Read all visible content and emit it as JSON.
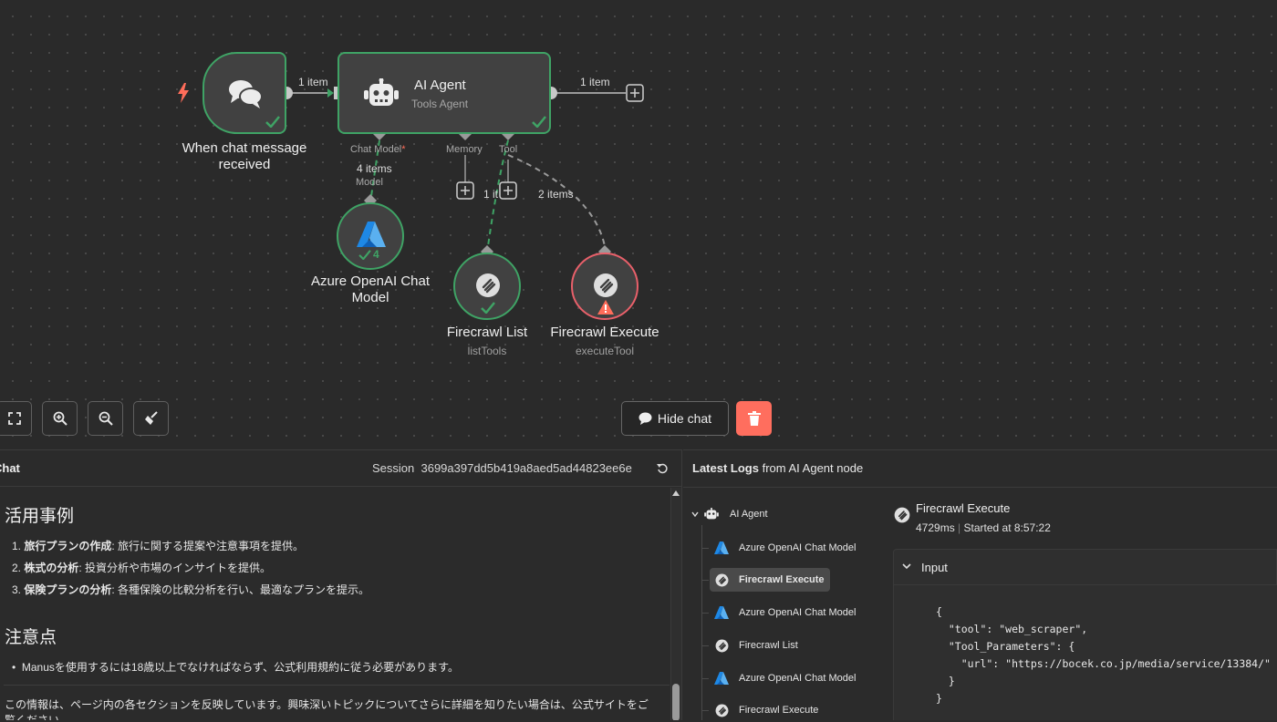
{
  "canvas": {
    "trigger": {
      "title": "When chat message received"
    },
    "agent": {
      "title": "AI Agent",
      "subtitle": "Tools Agent"
    },
    "azure": {
      "title": "Azure OpenAI Chat Model",
      "badge": "4"
    },
    "firecrawl_list": {
      "title": "Firecrawl List",
      "subtitle": "listTools"
    },
    "firecrawl_exec": {
      "title": "Firecrawl Execute",
      "subtitle": "executeTool"
    },
    "edge_labels": {
      "trigger_to_agent": "1 item",
      "agent_out": "1 item",
      "model_items": "4 items",
      "model_port": "Model",
      "tool_list": "1 it",
      "tool_exec": "2 items"
    },
    "ports": {
      "chat_model": "Chat Model",
      "required_star": "*",
      "memory": "Memory",
      "tool": "Tool"
    }
  },
  "toolbar": {
    "hide_chat_label": "Hide chat"
  },
  "chat": {
    "header_title": "Chat",
    "session_label": "Session",
    "session_id": "3699a397dd5b419a8aed5ad44823ee6e",
    "section1_heading": "活用事例",
    "items": [
      {
        "num": "1.",
        "bold": "旅行プランの作成",
        "text": ": 旅行に関する提案や注意事項を提供。"
      },
      {
        "num": "2.",
        "bold": "株式の分析",
        "text": ": 投資分析や市場のインサイトを提供。"
      },
      {
        "num": "3.",
        "bold": "保険プランの分析",
        "text": ": 各種保険の比較分析を行い、最適なプランを提示。"
      }
    ],
    "section2_heading": "注意点",
    "bullet": "Manusを使用するには18歳以上でなければならず、公式利用規約に従う必要があります。",
    "footer_line1": "この情報は、ページ内の各セクションを反映しています。興味深いトピックについてさらに詳細を知りたい場合は、公式サイトをご",
    "footer_line2": "覧ください。"
  },
  "logs": {
    "header_bold": "Latest Logs",
    "header_rest": "from AI Agent node",
    "tree_root": "AI Agent",
    "tree": [
      {
        "label": "Azure OpenAI Chat Model",
        "icon": "azure-icon",
        "selected": false
      },
      {
        "label": "Firecrawl Execute",
        "icon": "firecrawl-icon",
        "selected": true
      },
      {
        "label": "Azure OpenAI Chat Model",
        "icon": "azure-icon",
        "selected": false
      },
      {
        "label": "Firecrawl List",
        "icon": "firecrawl-icon",
        "selected": false
      },
      {
        "label": "Azure OpenAI Chat Model",
        "icon": "azure-icon",
        "selected": false
      },
      {
        "label": "Firecrawl Execute",
        "icon": "firecrawl-icon",
        "selected": false
      }
    ],
    "detail_title": "Firecrawl Execute",
    "detail_duration": "4729ms",
    "detail_started": "Started at 8:57:22",
    "input_label": "Input",
    "code_lines": [
      "{",
      "  \"tool\": \"web_scraper\",",
      "  \"Tool_Parameters\": {",
      "    \"url\": \"https://bocek.co.jp/media/service/13384/\"",
      "  }",
      "}"
    ]
  },
  "colors": {
    "success": "#3fa365",
    "error": "#e8606a",
    "trigger_bolt": "#ff6d5a",
    "danger_button": "#ff6e5e",
    "azure_blue": "#1e88e5"
  }
}
